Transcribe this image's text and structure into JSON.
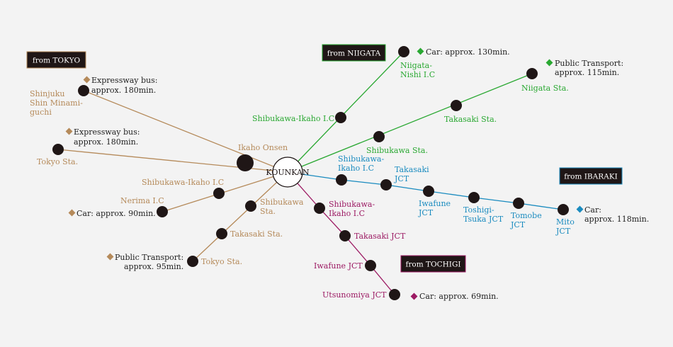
{
  "center": {
    "label": "KOUNKAN"
  },
  "colors": {
    "tokyo": "#b58a5a",
    "niigata": "#2aa832",
    "ibaraki": "#1a8bbf",
    "tochigi": "#9c1a63",
    "node": "#1f1616",
    "region_bg": "#1f1616",
    "text": "#222222"
  },
  "regions": {
    "tokyo": "from TOKYO",
    "niigata": "from NIIGATA",
    "ibaraki": "from IBARAKI",
    "tochigi": "from TOCHIGI"
  },
  "routes": {
    "tokyo_bus1": {
      "stop1": "Shinjuku",
      "stop2": "Shin Minami-",
      "stop3": "guchi",
      "info1": "Expressway bus:",
      "info2": "approx. 180min."
    },
    "tokyo_bus2": {
      "via": "Ikaho Onsen",
      "start": "Tokyo Sta.",
      "info1": "Expressway bus:",
      "info2": "approx. 180min."
    },
    "tokyo_car": {
      "stop1": "Shibukawa-Ikaho I.C",
      "start": "Nerima I.C",
      "info": "Car: approx. 90min."
    },
    "tokyo_train": {
      "stop1a": "Shibukawa",
      "stop1b": "Sta.",
      "stop2": "Takasaki Sta.",
      "start": "Tokyo Sta.",
      "info1": "Public Transport:",
      "info2": "approx. 95min."
    },
    "niigata_car": {
      "stop1": "Shibukawa-Ikaho I.C",
      "start1": "Niigata-",
      "start2": "Nishi I.C",
      "info": "Car: approx. 130min."
    },
    "niigata_train": {
      "stop1": "Shibukawa Sta.",
      "stop2": "Takasaki Sta.",
      "start": "Niigata Sta.",
      "info1": "Public Transport:",
      "info2": "approx. 115min."
    },
    "ibaraki_car": {
      "s1a": "Shibukawa-",
      "s1b": "Ikaho I.C",
      "s2a": "Takasaki",
      "s2b": "JCT",
      "s3a": "Iwafune",
      "s3b": "JCT",
      "s4a": "Toshigi-",
      "s4b": "Tsuka JCT",
      "s5a": "Tomobe",
      "s5b": "JCT",
      "s6a": "Mito",
      "s6b": "JCT",
      "info1": "Car:",
      "info2": "approx. 118min."
    },
    "tochigi_car": {
      "s1a": "Shibukawa-",
      "s1b": "Ikaho I.C",
      "s2": "Takasaki JCT",
      "s3": "Iwafune JCT",
      "s4": "Utsunomiya JCT",
      "info": "Car: approx. 69min."
    }
  }
}
